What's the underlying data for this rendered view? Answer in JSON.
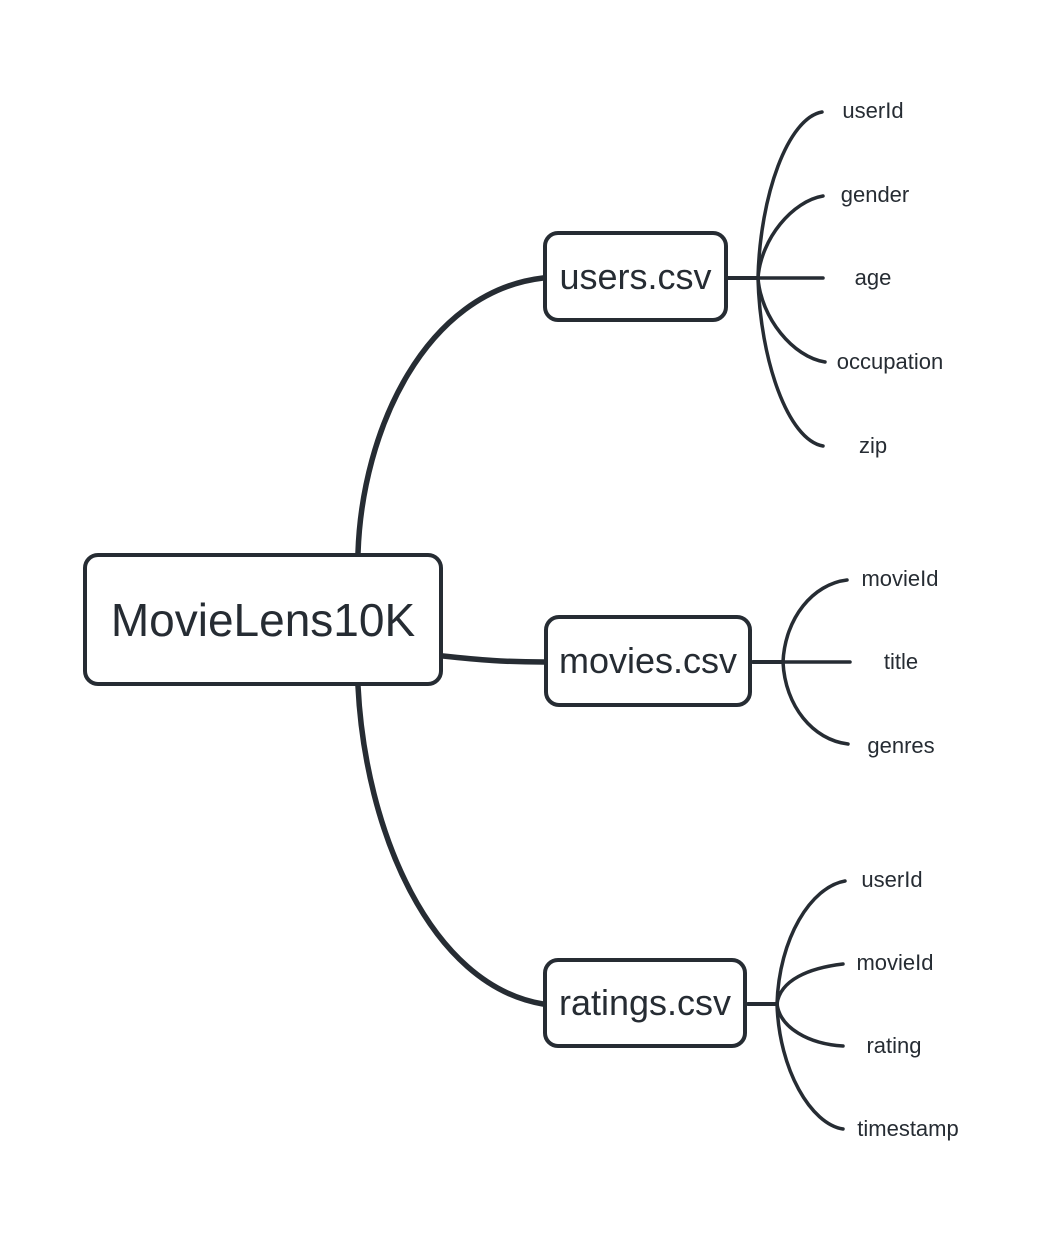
{
  "diagram": {
    "root": {
      "label": "MovieLens10K"
    },
    "branches": [
      {
        "label": "users.csv",
        "children": [
          "userId",
          "gender",
          "age",
          "occupation",
          "zip"
        ]
      },
      {
        "label": "movies.csv",
        "children": [
          "movieId",
          "title",
          "genres"
        ]
      },
      {
        "label": "ratings.csv",
        "children": [
          "userId",
          "movieId",
          "rating",
          "timestamp"
        ]
      }
    ],
    "colors": {
      "ink": "#262c33",
      "background": "#ffffff"
    }
  }
}
